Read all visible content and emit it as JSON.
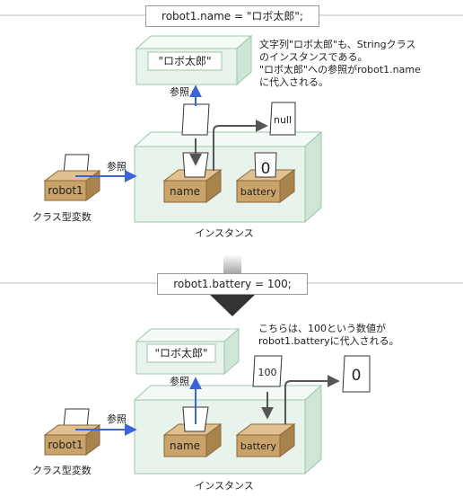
{
  "top": {
    "statement": "robot1.name = \"ロボ太郎\";",
    "string_label": "\"ロボ太郎\"",
    "note_lines": [
      "文字列\"ロボ太郎\"も、Stringクラス",
      "のインスタンスである。",
      "\"ロボ太郎\"への参照がrobot1.name",
      "に代入される。"
    ],
    "ref_label_up": "参照",
    "ref_label_var": "参照",
    "null_label": "null",
    "field_name": "name",
    "field_battery": "battery",
    "battery_value": "0",
    "var_label": "robot1",
    "var_caption": "クラス型変数",
    "instance_caption": "インスタンス"
  },
  "bottom": {
    "statement": "robot1.battery = 100;",
    "string_label": "\"ロボ太郎\"",
    "note_lines": [
      "こちらは、100という数値が",
      "robot1.batteryに代入される。"
    ],
    "ref_label_up": "参照",
    "ref_label_var": "参照",
    "new_value": "100",
    "old_value": "0",
    "field_name": "name",
    "field_battery": "battery",
    "var_label": "robot1",
    "var_caption": "クラス型変数",
    "instance_caption": "インスタンス"
  },
  "colors": {
    "box_front": "#c9a36a",
    "box_top": "#e0c18f",
    "box_side": "#a8834b",
    "instance_face": "#e8f3ec",
    "instance_edge": "#9cc7ad",
    "reference_arrow": "#3a64d8",
    "assign_arrow": "#555555"
  }
}
